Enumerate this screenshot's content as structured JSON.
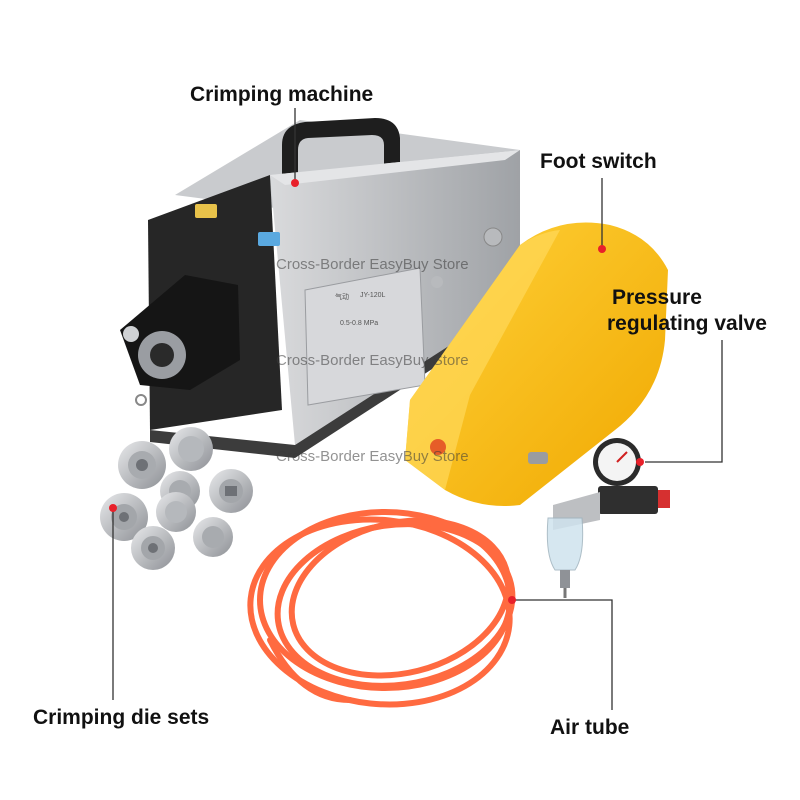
{
  "labels": {
    "crimping_machine": "Crimping machine",
    "foot_switch": "Foot switch",
    "pressure_valve_line1": "Pressure",
    "pressure_valve_line2": "regulating valve",
    "crimping_die_sets": "Crimping die sets",
    "air_tube": "Air tube"
  },
  "watermark": "Cross-Border EasyBuy Store",
  "machine_plate": {
    "title": "气动",
    "model": "JY-120L",
    "pressure": "0.5-0.8 MPa"
  },
  "colors": {
    "marker_red": "#e8202a",
    "foot_switch_yellow": "#f6b800",
    "tube_orange": "#ff5a2c",
    "machine_body": "#bfc1c4",
    "machine_dark": "#2a2a2a"
  }
}
